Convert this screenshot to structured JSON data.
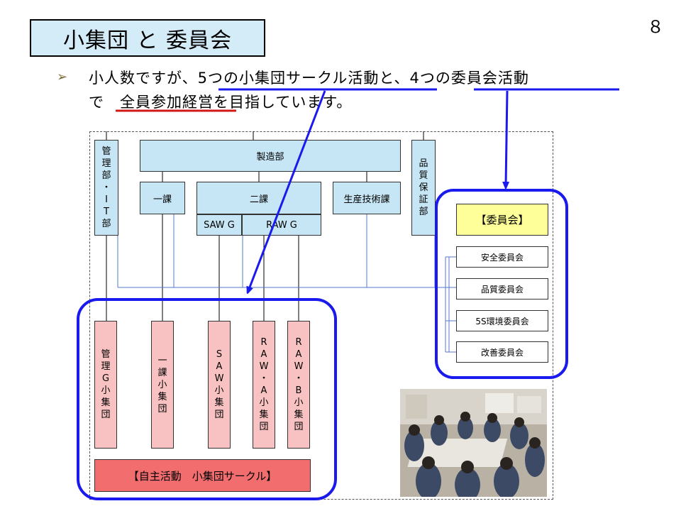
{
  "page_number": "８",
  "title": "小集団 と 委員会",
  "bullet_glyph": "➢",
  "intro": {
    "line1_a": "小人数ですが、",
    "line1_b": "5つの小集団サークル活動",
    "line1_c": "と、",
    "line1_d": "4つの委員会活動",
    "line2_a": "で　",
    "line2_b": "全員参加経営",
    "line2_c": "を目指しています。"
  },
  "org": {
    "kanri": [
      "管",
      "理",
      "部",
      "・",
      "I",
      "T",
      "部"
    ],
    "seizo": "製造部",
    "hinshitsu": [
      "品",
      "質",
      "保",
      "証",
      "部"
    ],
    "ikka": "一課",
    "nika": "二課",
    "saw": "SAW G",
    "raw": "RAW G",
    "seisan": "生産技術課"
  },
  "committees": {
    "header": "【委員会】",
    "items": [
      "安全委員会",
      "品質委員会",
      "5S環境委員会",
      "改善委員会"
    ]
  },
  "small_groups": {
    "items": [
      [
        "管",
        "理",
        "G",
        "小",
        "集",
        "団"
      ],
      [
        "一",
        "課",
        "小",
        "集",
        "団"
      ],
      [
        "S",
        "A",
        "W",
        "小",
        "集",
        "団"
      ],
      [
        "R",
        "A",
        "W",
        "・",
        "A",
        "小",
        "集",
        "団"
      ],
      [
        "R",
        "A",
        "W",
        "・",
        "B",
        "小",
        "集",
        "団"
      ]
    ],
    "label": "【自主活動　小集団サークル】"
  },
  "colors": {
    "title_bg": "#d4ebf8",
    "box_blue": "#c7e6f5",
    "highlight_blue": "#1a1aee",
    "underline_red": "#d01818",
    "group_pink": "#f9c2c2",
    "circle_red": "#f26e6e",
    "committee_yellow": "#ffff99",
    "connector_blue": "#5577cc"
  },
  "photo": {
    "icon": "photo-of-meeting"
  }
}
